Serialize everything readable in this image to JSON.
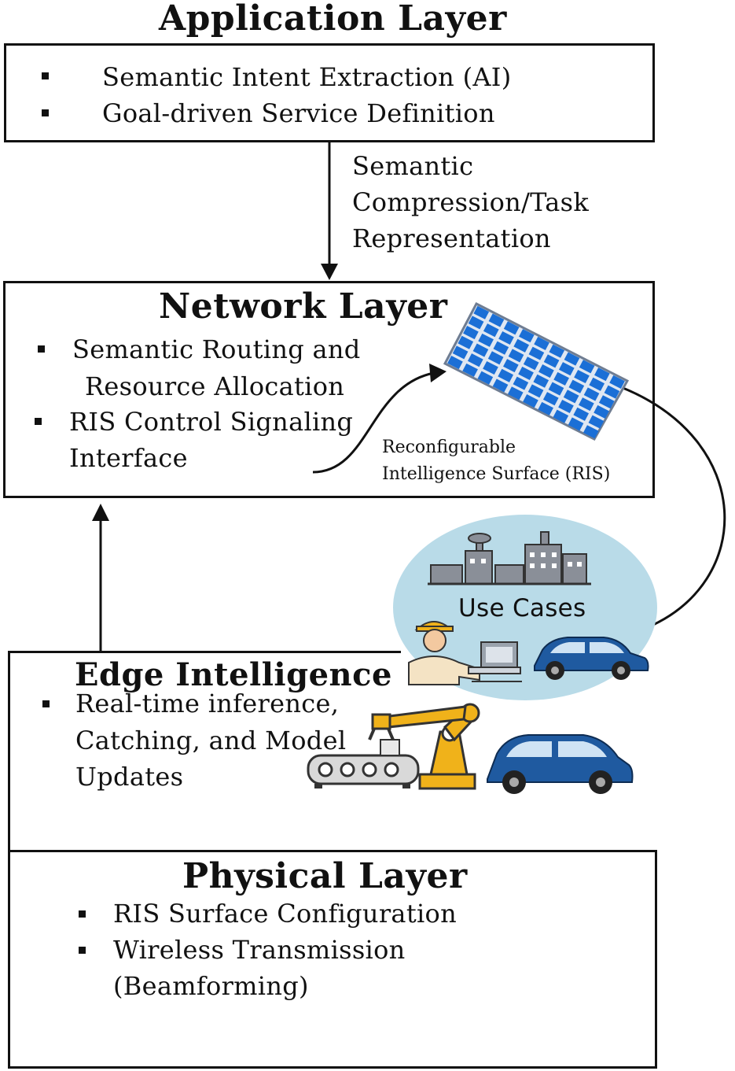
{
  "application_layer": {
    "title": "Application Layer",
    "items": [
      "Semantic Intent Extraction (AI)",
      "Goal-driven Service Definition"
    ]
  },
  "arrow_label": {
    "lines": [
      "Semantic",
      "Compression/Task",
      "Representation"
    ]
  },
  "network_layer": {
    "title": "Network Layer",
    "item1_lines": [
      "Semantic Routing and",
      "Resource Allocation"
    ],
    "item2_lines": [
      "RIS Control Signaling",
      "Interface"
    ]
  },
  "ris": {
    "label_lines": [
      "Reconfigurable",
      "Intelligence Surface (RIS)"
    ]
  },
  "use_cases": {
    "label": "Use Cases"
  },
  "edge_intelligence": {
    "title": "Edge Intelligence",
    "item_lines": [
      "Real-time inference,",
      "Catching, and Model",
      "Updates"
    ]
  },
  "physical_layer": {
    "title": "Physical Layer",
    "item1": "RIS Surface Configuration",
    "item2_lines": [
      "Wireless Transmission",
      "(Beamforming)"
    ]
  },
  "colors": {
    "ris_panel": "#1b6fd6",
    "ris_frame": "#e8eef6",
    "use_case_bubble": "#b9dbe8",
    "car": "#1f5aa0",
    "robot": "#f0b21a",
    "line": "#111111"
  }
}
